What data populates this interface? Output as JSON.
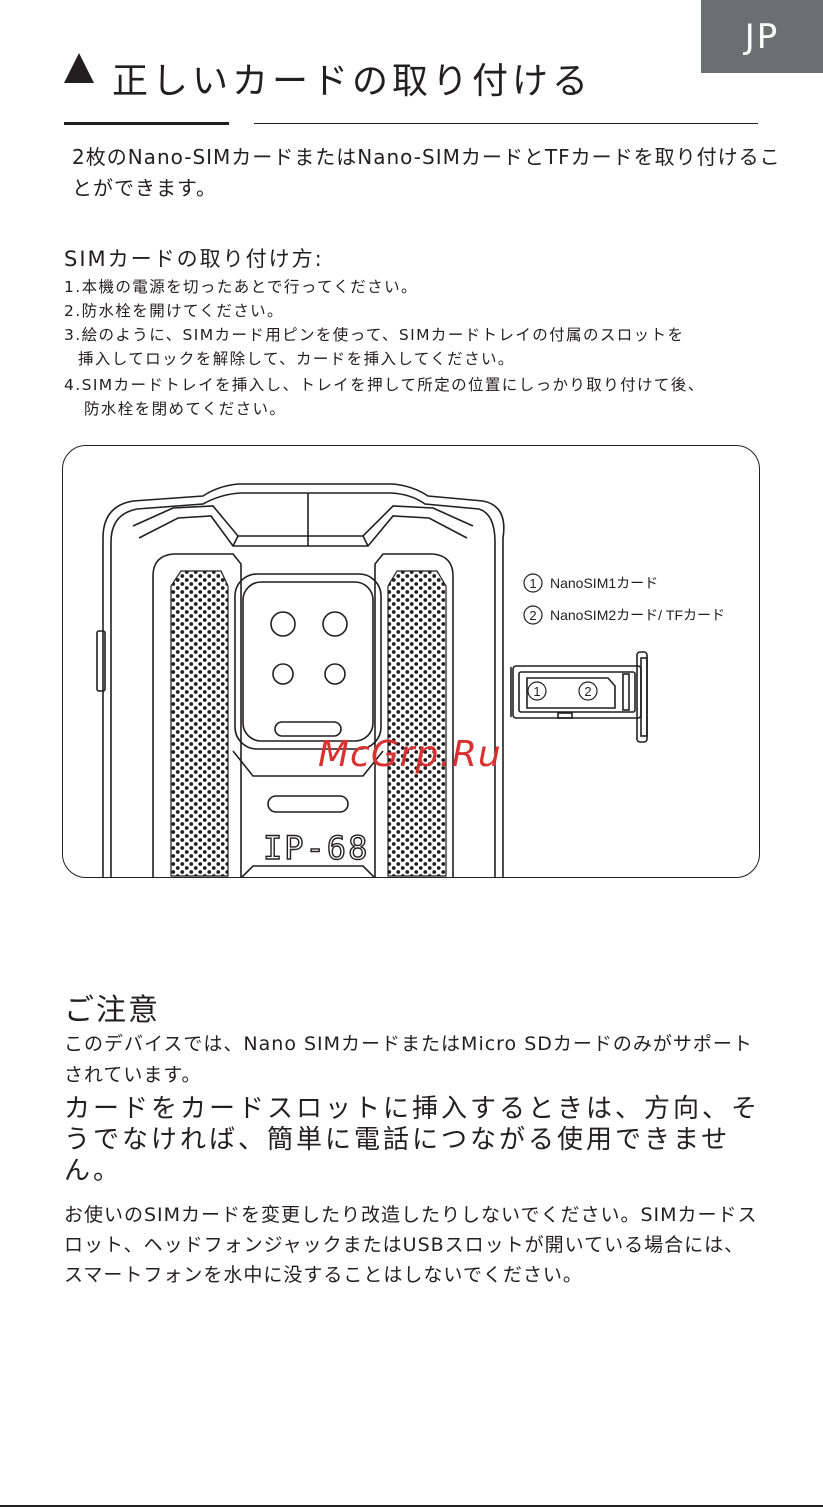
{
  "lang_tab": "JP",
  "title": "正しいカードの取り付ける",
  "intro": "2枚のNano-SIMカードまたはNano-SIMカードとTFカードを取り付けることができます。",
  "install": {
    "heading": "SIMカードの取り付け方:",
    "steps": [
      "1.本機の電源を切ったあとで行ってください。",
      "2.防水栓を開けてください。",
      "3.絵のように、SIMカード用ピンを使って、SIMカードトレイの付属のスロットを",
      "挿入してロックを解除して、カードを挿入してください。",
      "4.SIMカードトレイを挿入し、トレイを押して所定の位置にしっかり取り付けて後、",
      "防水栓を閉めてください。"
    ]
  },
  "figure": {
    "phone_label": "IP-68",
    "callouts": [
      {
        "num": "1",
        "text": "NanoSIM1カード"
      },
      {
        "num": "2",
        "text": "NanoSIM2カード/ TFカード"
      }
    ],
    "tray_slots": [
      "1",
      "2"
    ],
    "watermark": "McGrp.Ru"
  },
  "notice": {
    "heading": "ご注意",
    "p1": "このデバイスでは、Nano SIMカードまたはMicro SDカードのみがサポートされています。",
    "big": "カードをカードスロットに挿入するときは、方向、そうでなければ、簡単に電話につながる使用できません。",
    "p2": "お使いのSIMカードを変更したり改造したりしないでください。SIMカードスロット、ヘッドフォンジャックまたはUSBスロットが開いている場合には、スマートフォンを水中に没することはしないでください。"
  },
  "colors": {
    "tab_bg": "#6d6e71",
    "text": "#231f20",
    "watermark": "#d93030"
  }
}
